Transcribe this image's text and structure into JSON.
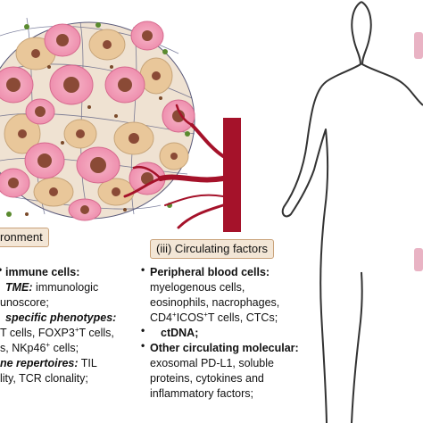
{
  "left_panel": {
    "header": "ronment",
    "lines": [
      {
        "style": "bold",
        "text": "immune cells:"
      },
      {
        "style": "bi",
        "text": "TME:",
        "rest": " immunologic"
      },
      {
        "style": "normal",
        "text": "unoscore;"
      },
      {
        "style": "bi",
        "text": "specific phenotypes:"
      },
      {
        "style": "normal",
        "text": "T cells, FOXP3"
      },
      {
        "style": "normal",
        "text": "s, NKp46"
      },
      {
        "style": "bi",
        "text": "ne repertoires:",
        "rest": " TIL"
      },
      {
        "style": "normal",
        "text": "lity, TCR clonality;"
      }
    ],
    "sup_plus": "+",
    "foxp3_tail": "T cells,",
    "nkp46_tail": " cells;"
  },
  "middle_panel": {
    "header": "(iii) Circulating factors",
    "peripheral_title": "Peripheral blood cells:",
    "peripheral_lines": [
      "myelogenous cells,",
      "eosinophils, nacrophages,",
      "CD4",
      "ICOS",
      "T cells, CTCs;"
    ],
    "ctdna": "ctDNA;",
    "other_title": "Other circulating molecular:",
    "other_lines": [
      "exosomal PD-L1, soluble",
      "proteins, cytokines and",
      "inflammatory factors;"
    ]
  },
  "colors": {
    "cell_pink": "#f29bb5",
    "cell_tan": "#e9c79a",
    "nucleus": "#8a4a36",
    "vessel": "#a5122a",
    "border_tan": "#c9a27a",
    "silhouette": "#333333",
    "accent_pink": "#e9b3c4"
  }
}
